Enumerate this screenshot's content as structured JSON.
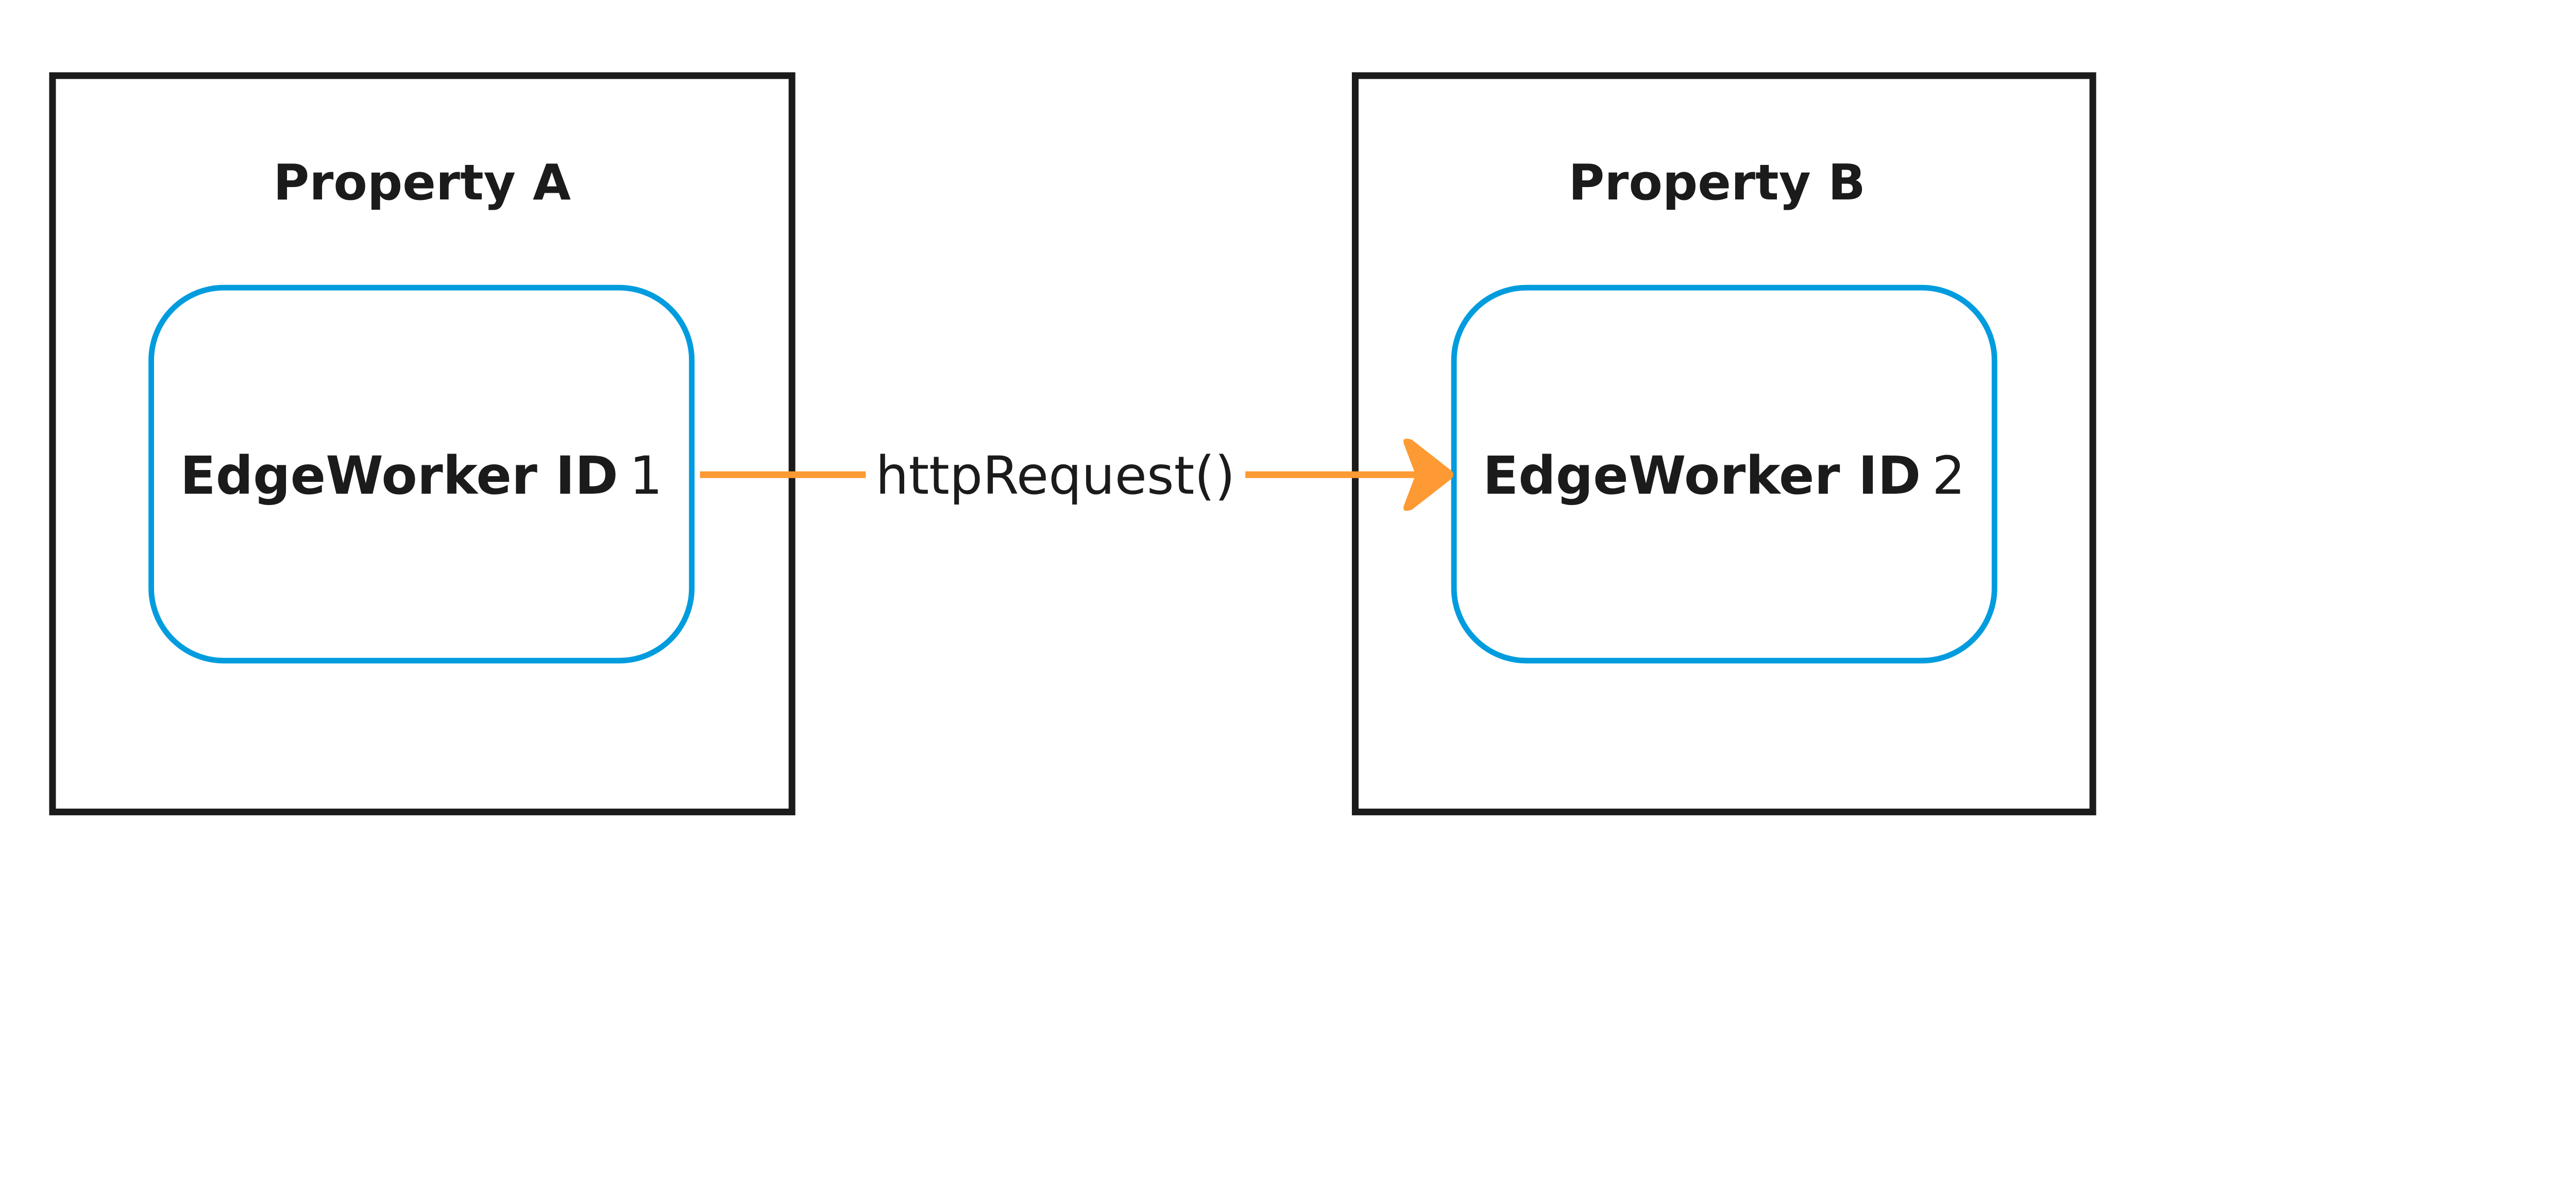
{
  "colors": {
    "container": "#1b1b1b",
    "worker": "#009cde",
    "arrow": "#fd9a33",
    "text": "#1b1b1b"
  },
  "properties": [
    {
      "title": "Property A",
      "worker": {
        "bold": "EdgeWorker ID",
        "id": "1"
      }
    },
    {
      "title": "Property B",
      "worker": {
        "bold": "EdgeWorker ID",
        "id": "2"
      }
    }
  ],
  "connection": {
    "label": "httpRequest()",
    "from": "EdgeWorker ID 1",
    "to": "EdgeWorker ID 2"
  }
}
